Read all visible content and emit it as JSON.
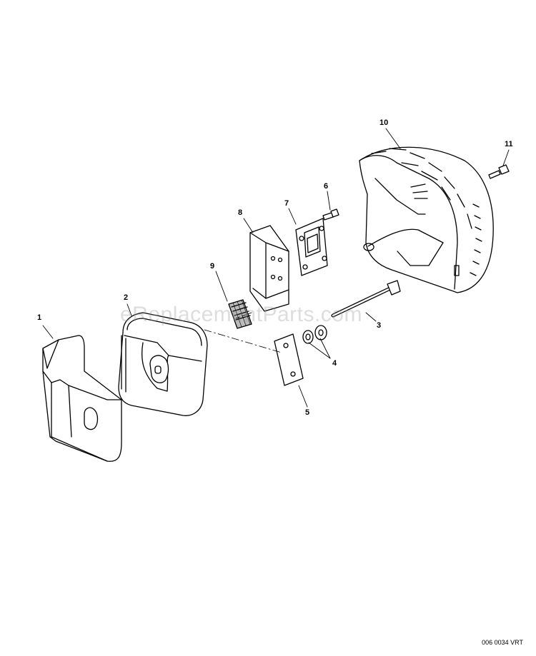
{
  "callouts": [
    {
      "label": "1"
    },
    {
      "label": "2"
    },
    {
      "label": "3"
    },
    {
      "label": "4"
    },
    {
      "label": "5"
    },
    {
      "label": "6"
    },
    {
      "label": "7"
    },
    {
      "label": "8"
    },
    {
      "label": "9"
    },
    {
      "label": "10"
    },
    {
      "label": "11"
    }
  ],
  "watermark": "eReplacementParts.com",
  "diagram_ref": "006 0034 VRT",
  "colors": {
    "line": "#000000",
    "fill": "#ffffff",
    "shade": "#dddddd"
  }
}
